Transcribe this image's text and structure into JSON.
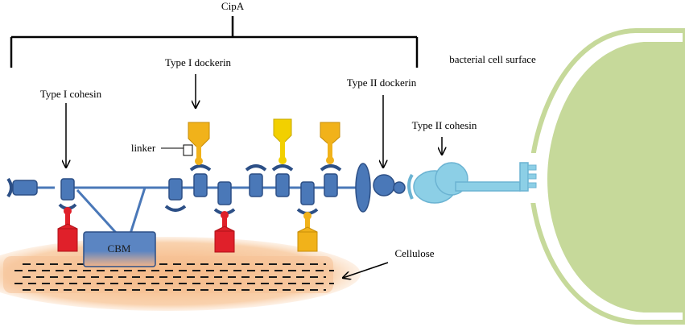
{
  "labels": {
    "cipa": "CipA",
    "type1_dockerin": "Type I dockerin",
    "type1_cohesin": "Type I cohesin",
    "type2_dockerin": "Type II dockerin",
    "type2_cohesin": "Type II cohesin",
    "linker": "linker",
    "cbm": "CBM",
    "cellulose": "Cellulose",
    "cell_surface": "bacterial cell surface"
  },
  "colors": {
    "scaffold_blue": "#4a78b8",
    "scaffold_outline": "#2c4f86",
    "dockerin_red": "#e0202a",
    "dockerin_yellow": "#f2c300",
    "dockerin_orange": "#f1b21a",
    "type2_cohesin_cyan": "#8ccfe6",
    "cell_green": "#c6d99a",
    "cellulose_glow": "#f8c79b",
    "cbm_fill": "#5b85c2"
  }
}
